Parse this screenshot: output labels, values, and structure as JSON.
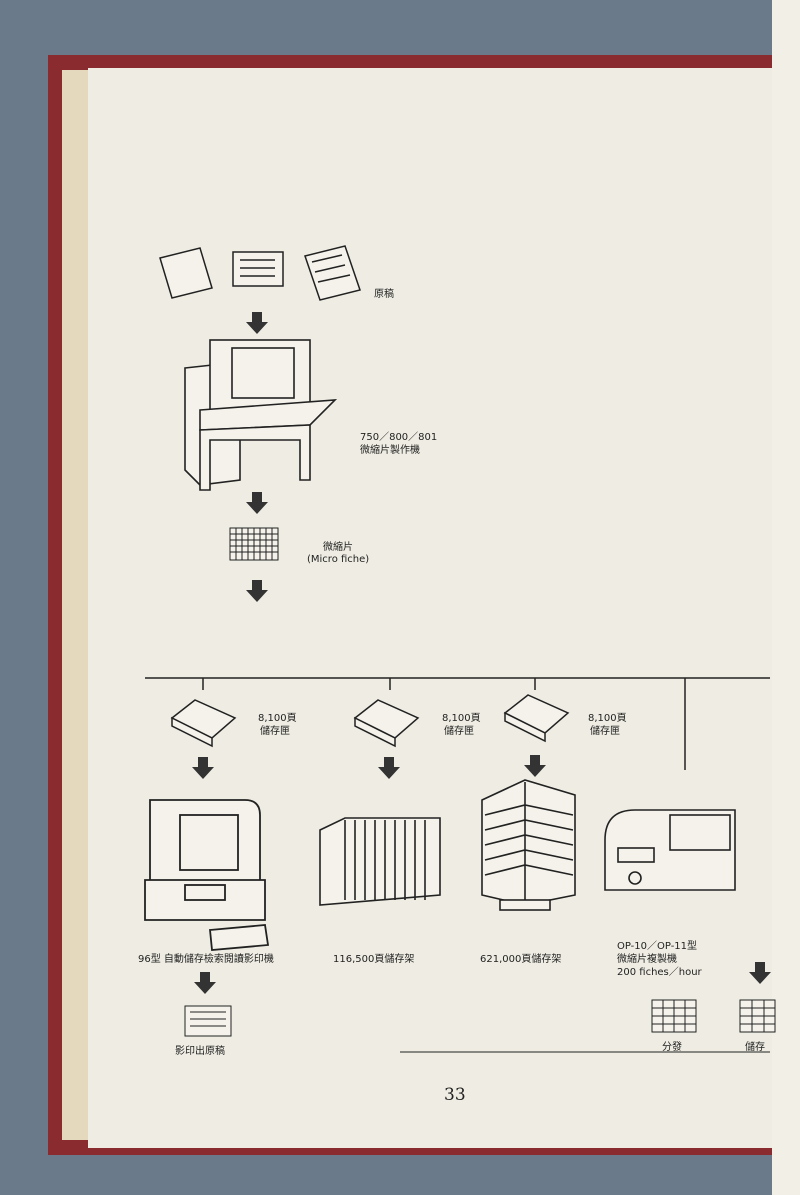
{
  "labels": {
    "originals": "原稿",
    "maker_model": "750／800／801",
    "maker_name": "微縮片製作機",
    "fiche_cn": "微縮片",
    "fiche_en": "(Micro fiche)",
    "box1_pages": "8,100頁",
    "box1_name": "儲存匣",
    "box2_pages": "8,100頁",
    "box2_name": "儲存匣",
    "box3_pages": "8,100頁",
    "box3_name": "儲存匣",
    "reader_printer": "96型 自動儲存檢索閱讀影印機",
    "rack_small": "116,500頁儲存架",
    "rack_large": "621,000頁儲存架",
    "duplicator_model": "OP-10／OP-11型",
    "duplicator_name": "微縮片複製機",
    "duplicator_rate": "200 fiches／hour",
    "printout": "影印出原稿",
    "distribute": "分發",
    "storage_cut": "儲存"
  },
  "page_number": "33"
}
